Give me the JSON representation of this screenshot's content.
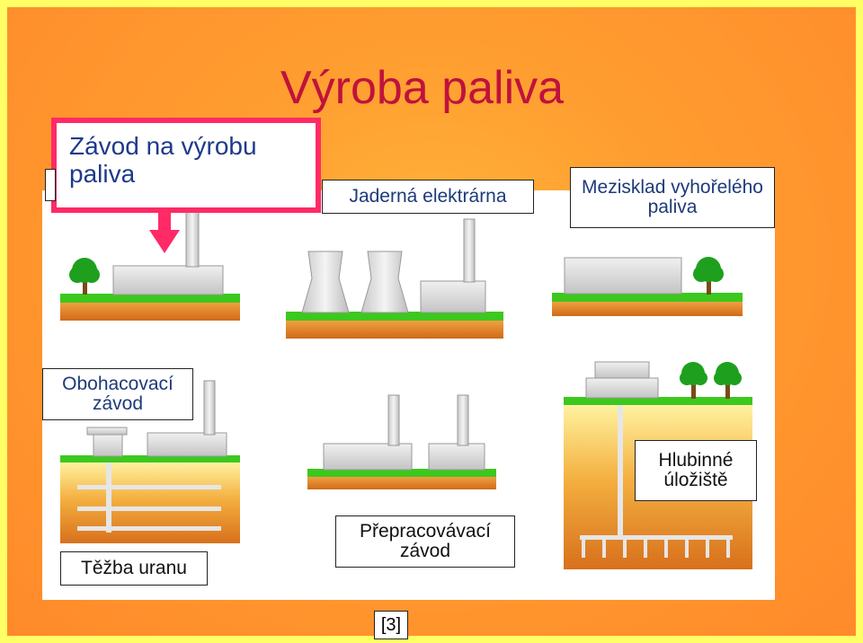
{
  "title": "Výroba paliva",
  "labels": {
    "highlight": "Závod na výrobu paliva",
    "power_plant": "Jaderná elektrárna",
    "interim_storage": "Mezisklad vyhořelého paliva",
    "enrichment": "Obohacovací závod",
    "deep_repository": "Hlubinné úložiště",
    "reprocessing": "Přepracovávací závod",
    "mining": "Těžba uranu"
  },
  "citation": "[3]",
  "colors": {
    "title": "#c0123c",
    "highlight_border": "#ff2a66",
    "arrow": "#ff2a66",
    "grass": "#3cc81e",
    "soil": "#e07a1e",
    "building": "#d0d0d0"
  },
  "icons": [
    "down-arrow-icon",
    "tree-icon",
    "cooling-tower-icon",
    "chimney-icon"
  ]
}
